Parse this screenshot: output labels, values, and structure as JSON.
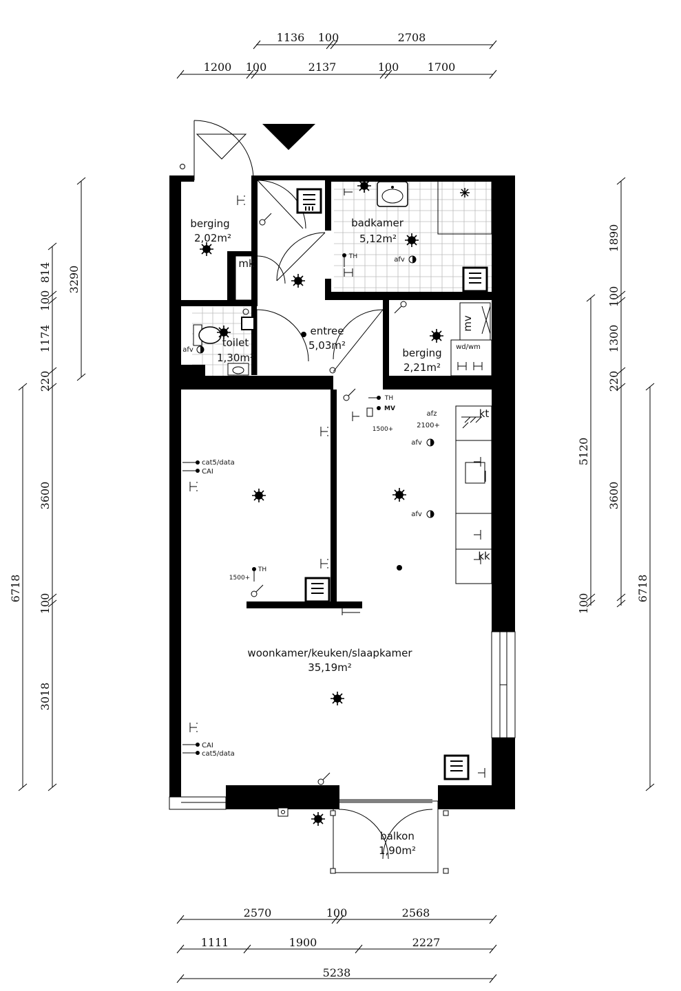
{
  "dimensions": {
    "top_row1": [
      "1136",
      "100",
      "2708"
    ],
    "top_row2": [
      "1200",
      "100",
      "2137",
      "100",
      "1700"
    ],
    "bottom_row1": [
      "2570",
      "100",
      "2568"
    ],
    "bottom_row2": [
      "1111",
      "1900",
      "2227"
    ],
    "bottom_total": "5238",
    "left_inner": [
      "3290"
    ],
    "left_middle": [
      "814",
      "100",
      "1174",
      "220",
      "3600",
      "100",
      "3018"
    ],
    "left_outer": "6718",
    "right_middle": [
      "1890",
      "100",
      "1300",
      "220",
      "3600",
      "100"
    ],
    "right_inner": "5120",
    "right_outer": "6718"
  },
  "rooms": {
    "berging1": {
      "name": "berging",
      "area": "2,02m²"
    },
    "badkamer": {
      "name": "badkamer",
      "area": "5,12m²"
    },
    "entree": {
      "name": "entree",
      "area": "5,03m²"
    },
    "toilet": {
      "name": "toilet",
      "area": "1,30m²"
    },
    "berging2": {
      "name": "berging",
      "area": "2,21m²"
    },
    "woonkamer": {
      "name": "woonkamer/keuken/slaapkamer",
      "area": "35,19m²"
    },
    "balkon": {
      "name": "balkon",
      "area": "1,90m²"
    }
  },
  "labels": {
    "mk": "mk",
    "mv": "mv",
    "wdwm": "wd/wm",
    "kt": "kt",
    "kk": "kk",
    "afz": "afz",
    "h2100": "2100+",
    "h1500a": "1500+",
    "h1500b": "1500+",
    "th_bath": "TH",
    "th_hall": "TH",
    "th_living": "TH",
    "mv_hall": "MV",
    "afv_bath": "afv",
    "afv_toilet": "afv",
    "afv_kitchen1": "afv",
    "afv_kitchen2": "afv",
    "cat5_top": "cat5/data",
    "cai_top": "CAI",
    "cai_bottom": "CAI",
    "cat5_bottom": "cat5/data"
  }
}
